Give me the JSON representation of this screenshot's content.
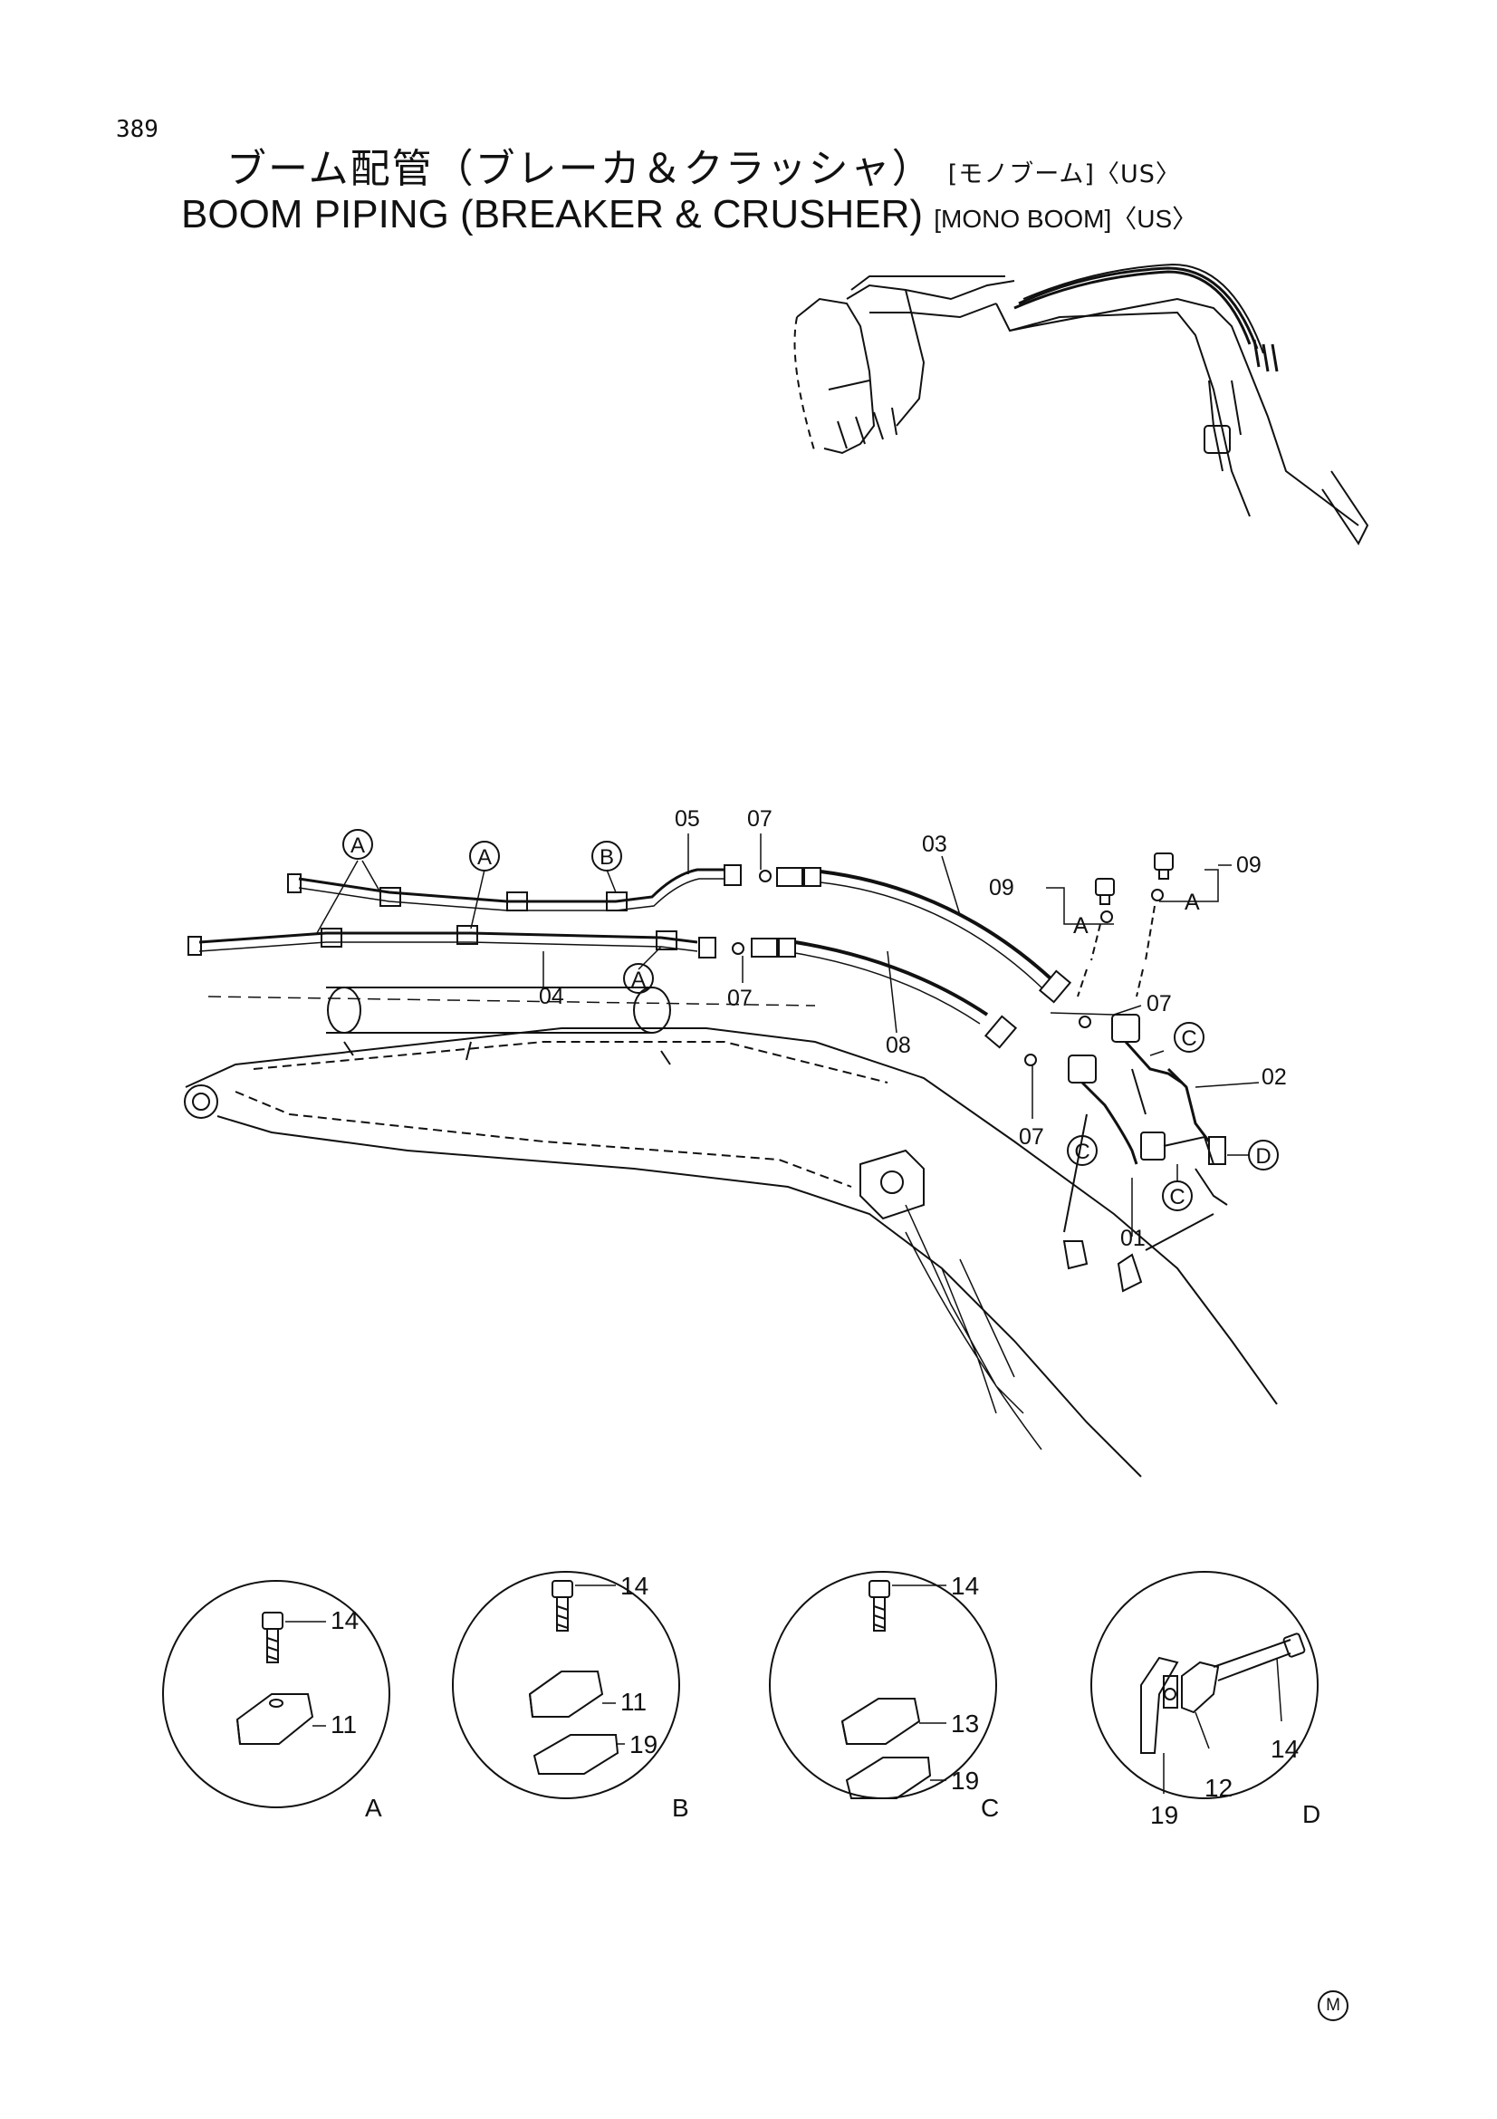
{
  "page": {
    "number": "389",
    "title_jp": "ブーム配管（ブレーカ＆クラッシャ）",
    "title_jp_sub": "[モノブーム]〈US〉",
    "title_en": "BOOM  PIPING  (BREAKER & CRUSHER)",
    "title_en_sub": "[MONO  BOOM]〈US〉",
    "corner_mark": "M"
  },
  "callouts": {
    "l05": "05",
    "l07a": "07",
    "l03": "03",
    "l09a": "09",
    "l09b": "09",
    "lA1": "A",
    "lA2": "A",
    "l04": "04",
    "l07b": "07",
    "l08": "08",
    "l07c": "07",
    "l02": "02",
    "l07d": "07",
    "l01": "01"
  },
  "circled_refs": {
    "A1": "A",
    "A2": "A",
    "B1": "B",
    "A3": "A",
    "C1": "C",
    "C2": "C",
    "C3": "C",
    "D1": "D"
  },
  "details": [
    {
      "letter": "A",
      "parts": [
        "14",
        "11"
      ]
    },
    {
      "letter": "B",
      "parts": [
        "14",
        "11",
        "19"
      ]
    },
    {
      "letter": "C",
      "parts": [
        "14",
        "13",
        "19"
      ]
    },
    {
      "letter": "D",
      "parts": [
        "14",
        "12",
        "19"
      ]
    }
  ]
}
